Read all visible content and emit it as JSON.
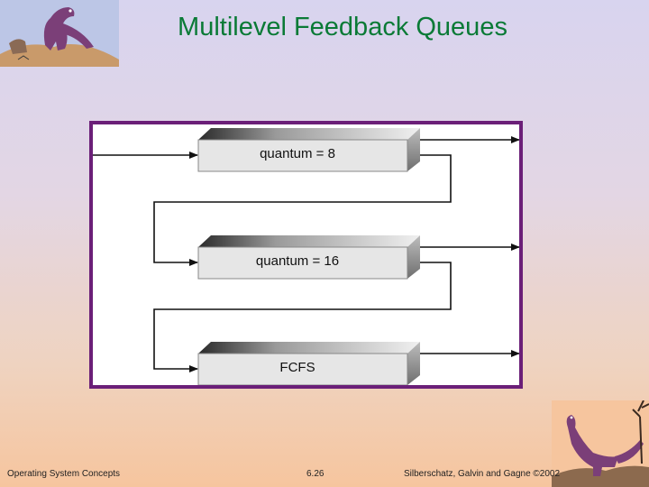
{
  "slide": {
    "title": "Multilevel Feedback Queues"
  },
  "diagram": {
    "queues": [
      {
        "label": "quantum = 8"
      },
      {
        "label": "quantum = 16"
      },
      {
        "label": "FCFS"
      }
    ],
    "frame_color": "#6b1f78"
  },
  "footer": {
    "left": "Operating System Concepts",
    "center": "6.26",
    "right": "Silberschatz, Galvin and  Gagne ©2002"
  },
  "colors": {
    "title": "#0a7a36"
  },
  "icons": [
    "dinosaur-top-left-image",
    "dinosaur-bottom-right-image"
  ]
}
